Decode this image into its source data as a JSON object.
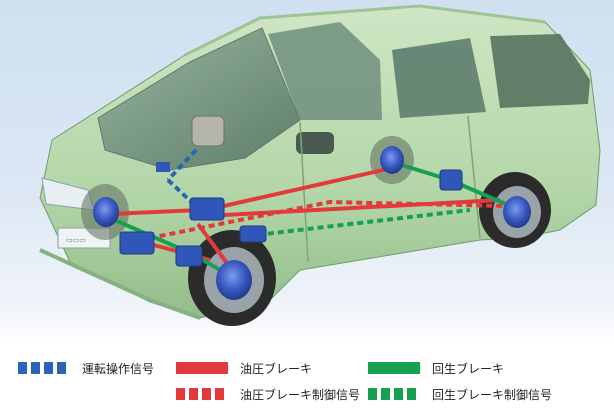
{
  "legend": {
    "items": [
      {
        "label": "運転操作信号",
        "style": "blue-dashed",
        "color": "#2a64b8"
      },
      {
        "label": "油圧ブレーキ",
        "style": "red-solid",
        "color": "#e23a3a"
      },
      {
        "label": "回生ブレーキ",
        "style": "green-solid",
        "color": "#16a152"
      },
      {
        "label": "油圧ブレーキ制御信号",
        "style": "red-dashed",
        "color": "#e23a3a"
      },
      {
        "label": "回生ブレーキ制御信号",
        "style": "green-dashed",
        "color": "#16a152"
      }
    ]
  },
  "colors": {
    "car_body": "#b7d9ad",
    "background": "#d5e4f3",
    "actuator_blue": "#3156b9"
  }
}
